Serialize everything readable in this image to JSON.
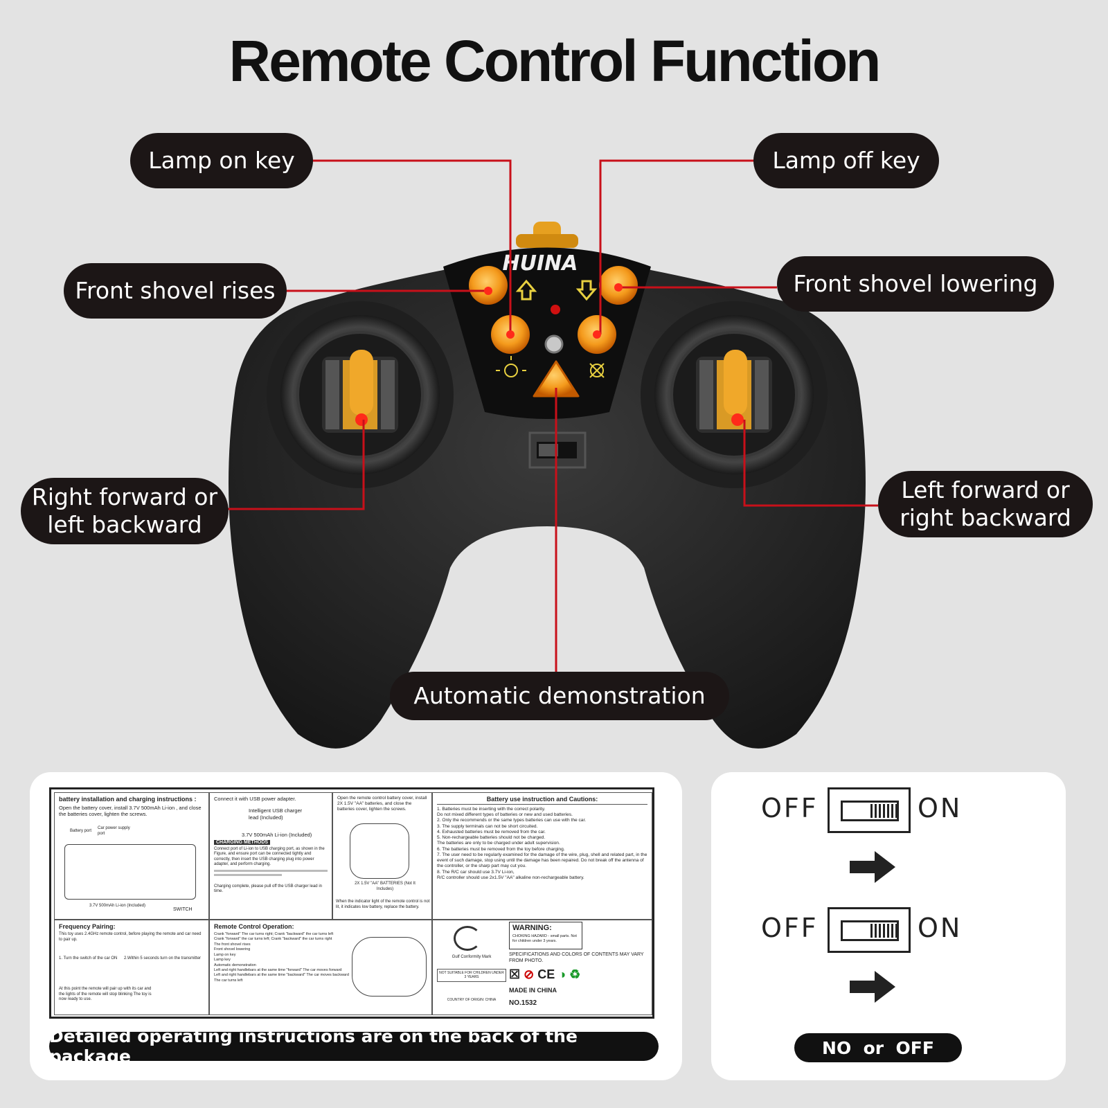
{
  "title": "Remote Control Function",
  "brand_logo": "HUINA",
  "callouts": {
    "lamp_on": "Lamp on key",
    "lamp_off": "Lamp off key",
    "shovel_rises": "Front shovel rises",
    "shovel_lowering": "Front shovel lowering",
    "right_forward_line1": "Right forward or",
    "right_forward_line2": "left backward",
    "left_forward_line1": "Left forward or",
    "left_forward_line2": "right backward",
    "auto_demo": "Automatic demonstration"
  },
  "colors": {
    "background": "#e3e3e3",
    "callout_bg": "#1c1616",
    "leader_line": "#c8101a",
    "controller_body": "#2b2b2b",
    "button_orange": "#f49a1c"
  },
  "manual": {
    "battery_install_title": "battery installation and charging instructions :",
    "battery_install_text": "Open the battery cover, install 3.7V 500mAh Li-ion , and close the batteries cover, lighten the screws.",
    "battery_port": "Battery port",
    "car_power_port": "Car power supply port",
    "li_ion_label": "3.7V 500mAh Li-ion (Included)",
    "switch_label": "SWITCH",
    "usb_title": "Connect it with USB power adapter.",
    "usb_lead": "Intelligent USB charger lead (Included)",
    "usb_battery": "3.7V 500mAh Li-ion (Included)",
    "charging_methods": "CHARGING METHODS",
    "charging_text": "Connect port of Li-ion to USB charging port, as shown in the Figure, and ensure port can be connected tightly and correctly, then insert the USB charging plug into power adapter, and perform charging.",
    "charging_complete": "Charging complete, please pull off the USB charger lead in time.",
    "remote_battery_text": "Open the remote control battery cover, install 2X 1.5V \"AA\" batteries, and close the batteries cover, lighten the screws.",
    "aa_batteries": "2X 1.5V \"AA\" BATTERIES (Not It Includes)",
    "indicator_text": "When the indicator light of the remote control is not lit, it indicates low battery, replace the battery.",
    "cautions_title": "Battery use instruction and Cautions:",
    "cautions": [
      "1. Batteries must be inserting with the correct polarity.",
      "Do not mixed different types of batteries or new and used batteries.",
      "2. Only the recommends or the same types batteries can use with the car.",
      "3. The supply terminals can not be short circuited.",
      "4. Exhausted batteries must be removed from the car.",
      "5. Non-rechargeable batteries should not be charged.",
      "The batteries are only to be charged under adult supervision.",
      "6. The batteries must be removed from the toy before charging.",
      "7. The user need to be regularly examined for the damage of the wire, plug, shell and related part, in the event of such damage, stop using until the damage has been repaired. Do not break off the antenna of the controller, or the sharp part may cut you.",
      "8. The R/C car should use 3.7V Li-ion,",
      "R/C controller should use 2x1.5V \"AA\" alkaline non-rechargeable battery."
    ],
    "pairing_title": "Frequency Pairing:",
    "pairing_text": "This toy uses 2.4GHz remote control, before playing the remote and car need to pair up.",
    "pairing_step1": "1. Turn the switch of the car ON",
    "pairing_step2": "2.Within 5 seconds turn on the transmitter",
    "pairing_done": "At this point the remote will pair up with its car and the lights of the remote will stop blinking The toy is now ready to use.",
    "operation_title": "Remote Control Operation:",
    "operation_items": [
      "Crank \"forward\" The car turns right; Crank \"backward\" the car turns left",
      "Crank \"forward\" the car turns left; Crank \"backward\" the car turns right",
      "The front shovel rises",
      "Front shovel lowering",
      "Lamp on key",
      "Lamp key",
      "Automatic demonstration",
      "Left and right handlebars at the same time \"forward\" The car moves forward",
      "Left and right handlebars at the same time \"backward\" The car moves backward",
      "The car turns left"
    ],
    "gulf_mark": "Gulf Conformity Mark",
    "warning_title": "WARNING:",
    "warning_text": "CHOKING HAZARD - small parts. Not for children under 3 years.",
    "specs_text": "SPECIFICATIONS AND COLORS OF CONTENTS MAY VARY FROM PHOTO.",
    "made_in": "MADE IN CHINA",
    "model_no": "NO.1532",
    "small_label": "NOT SUITABLE FOR CHILDREN UNDER 3 YEARS",
    "country_origin": "COUNTRY OF ORIGIN: CHINA"
  },
  "instructions_banner": "Detailed operating instructions are on the back of the package",
  "switch": {
    "off": "OFF",
    "on": "ON",
    "banner": "NO  or  OFF"
  }
}
